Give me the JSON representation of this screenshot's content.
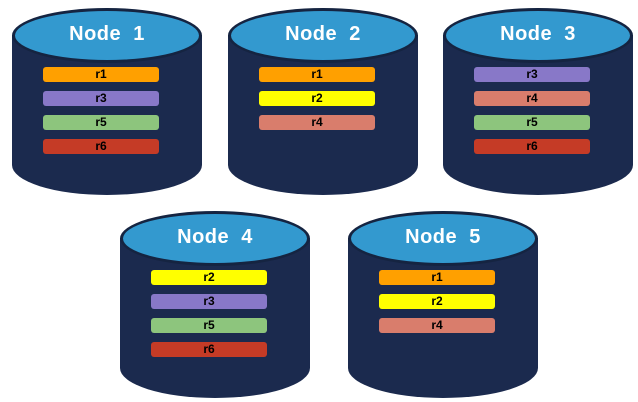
{
  "colors": {
    "canvas_bg": "#FFFFFF",
    "cylinder_body": "#1B2A4E",
    "cylinder_top_fill": "#3399CF",
    "cylinder_outline": "#152441",
    "node_label_text": "#FFFFFF",
    "bar_text": "#000000",
    "replicas": {
      "r1": "#FFA000",
      "r2": "#FFFF00",
      "r3": "#8878C8",
      "r4": "#D97D6C",
      "r5": "#8DC57D",
      "r6": "#C53B26"
    }
  },
  "nodes": [
    {
      "name": "Node  1",
      "replicas": [
        "r1",
        "r3",
        "r5",
        "r6"
      ]
    },
    {
      "name": "Node  2",
      "replicas": [
        "r1",
        "r2",
        "r4"
      ]
    },
    {
      "name": "Node  3",
      "replicas": [
        "r3",
        "r4",
        "r5",
        "r6"
      ]
    },
    {
      "name": "Node  4",
      "replicas": [
        "r2",
        "r3",
        "r5",
        "r6"
      ]
    },
    {
      "name": "Node  5",
      "replicas": [
        "r1",
        "r2",
        "r4"
      ]
    }
  ]
}
